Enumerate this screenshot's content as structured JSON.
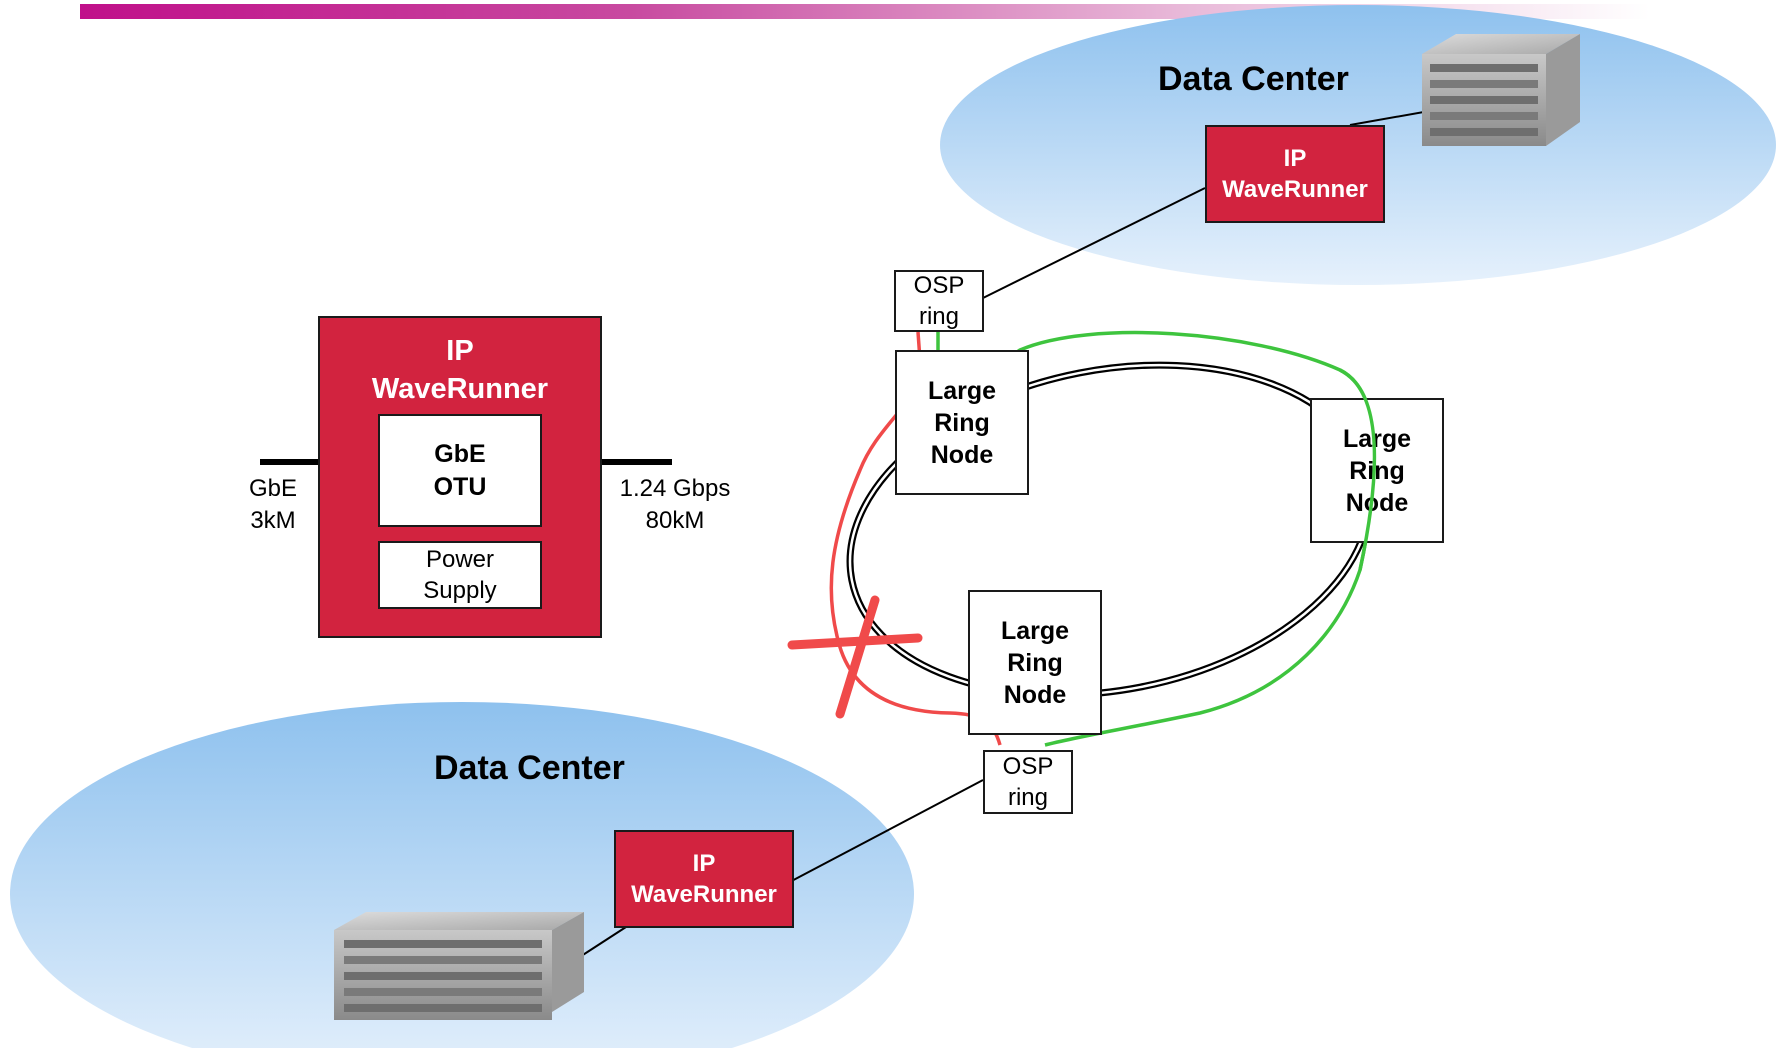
{
  "diagram": {
    "data_center_label": "Data Center",
    "wr_line1": "IP",
    "wr_line2": "WaveRunner",
    "osp_line1": "OSP",
    "osp_line2": "ring",
    "node_lines": [
      "Large",
      "Ring",
      "Node"
    ],
    "card_line1": "GbE",
    "card_line2": "OTU",
    "power_line1": "Power",
    "power_line2": "Supply",
    "left_speed": "GbE",
    "left_distance": "3kM",
    "right_speed": "1.24 Gbps",
    "right_distance": "80kM",
    "colors": {
      "waverunner_fill": "#d2233f",
      "cloud_fill": "#aed2f2",
      "path_red": "#f04a4a",
      "path_green": "#3ec43e",
      "failure_mark": "#f04a4a",
      "header_gradient": "#c0108a"
    },
    "icons": [
      "router-chassis-icon",
      "fiber-cut-icon"
    ]
  }
}
